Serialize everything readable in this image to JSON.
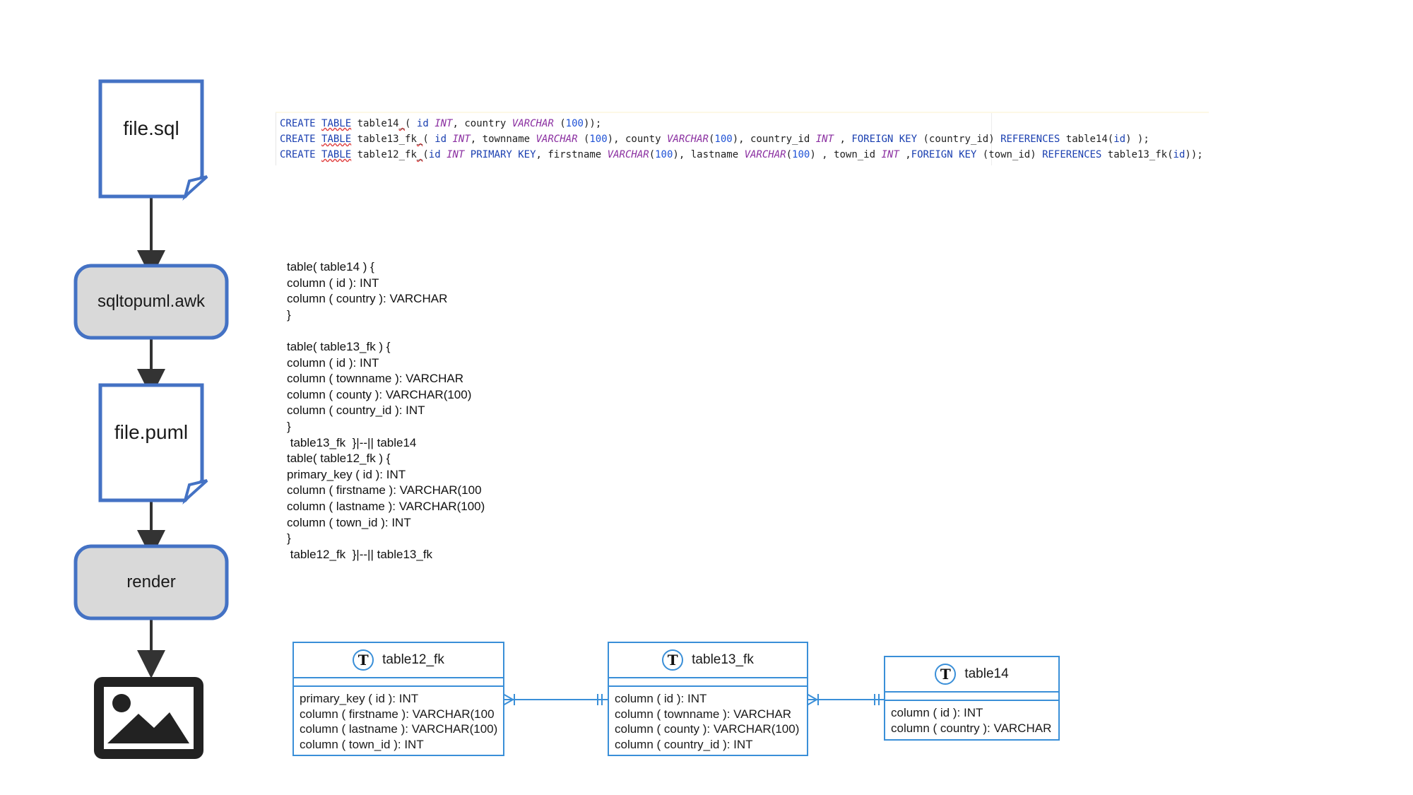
{
  "flow": {
    "doc1": "file.sql",
    "proc1": "sqltopuml.awk",
    "doc2": "file.puml",
    "proc2": "render",
    "output_icon": "image-icon",
    "colors": {
      "border": "#4472c4",
      "process_fill": "#d9d9d9",
      "arrow": "#333333",
      "image": "#222222"
    }
  },
  "code": {
    "lines": [
      "CREATE TABLE table14_( id INT, country VARCHAR (100));",
      "CREATE TABLE table13_fk_( id INT, townname VARCHAR (100), county VARCHAR(100), country_id INT , FOREIGN KEY (country_id) REFERENCES table14(id) );",
      "CREATE TABLE table12_fk_(id INT PRIMARY KEY, firstname VARCHAR(100), lastname VARCHAR(100) , town_id INT ,FOREIGN KEY (town_id) REFERENCES table13_fk(id));"
    ]
  },
  "puml": {
    "lines": [
      "table( table14 ) {",
      "column ( id ): INT",
      "column ( country ): VARCHAR",
      "}",
      "",
      "table( table13_fk ) {",
      "column ( id ): INT",
      "column ( townname ): VARCHAR",
      "column ( county ): VARCHAR(100)",
      "column ( country_id ): INT",
      "}",
      " table13_fk  }|--|| table14",
      "table( table12_fk ) {",
      "primary_key ( id ): INT",
      "column ( firstname ): VARCHAR(100",
      "column ( lastname ): VARCHAR(100)",
      "column ( town_id ): INT",
      "}",
      " table12_fk  }|--|| table13_fk"
    ]
  },
  "tables": [
    {
      "name": "table12_fk",
      "icon": "T",
      "fields": [
        "primary_key ( id ): INT",
        "column ( firstname ): VARCHAR(100",
        "column ( lastname ): VARCHAR(100)",
        "column ( town_id ): INT"
      ]
    },
    {
      "name": "table13_fk",
      "icon": "T",
      "fields": [
        "column ( id ): INT",
        "column ( townname ): VARCHAR",
        "column ( county ): VARCHAR(100)",
        "column ( country_id ): INT"
      ]
    },
    {
      "name": "table14",
      "icon": "T",
      "fields": [
        "column ( id ): INT",
        "column ( country ): VARCHAR"
      ]
    }
  ],
  "relation_color": "#3a8fd8"
}
